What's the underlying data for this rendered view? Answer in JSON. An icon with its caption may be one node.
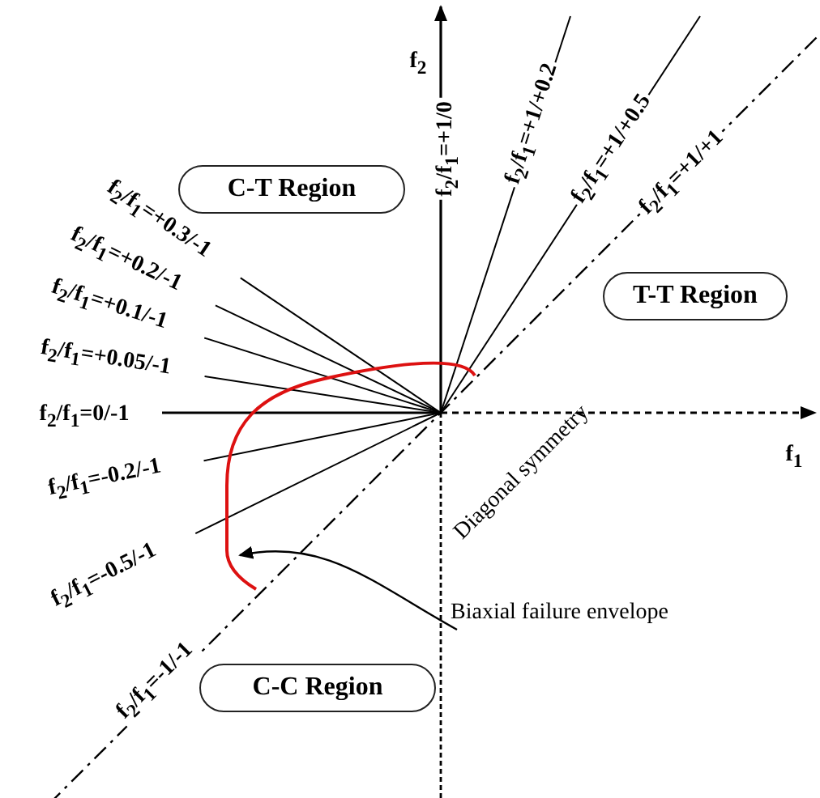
{
  "diagram": {
    "nodes": [
      {
        "text": [
          "C-T Region"
        ]
      },
      {
        "text": [
          "T-T Region"
        ]
      },
      {
        "text": [
          "C-C Region"
        ]
      },
      {
        "text": [
          "Biaxial failure envelope"
        ]
      },
      {
        "text": [],
        "shape": "curve"
      }
    ],
    "edges": [
      {
        "from": 3,
        "to": 4,
        "arrow": "to"
      }
    ],
    "labels": [
      "f$_{2}$",
      "f$_{2}$/f$_{1}$=+1/0",
      "f$_{2}$/f$_{1}$=+1/+0.2",
      "f$_{2}$/f$_{1}$=+1/+0.5",
      "f$_{2}$/f$_{1}$=+1/+1",
      "f$_{2}$/f$_{1}$=+0.3/-1",
      "f$_{2}$/f$_{1}$=+0.2/-1",
      "f$_{2}$/f$_{1}$=+0.1/-1",
      "f$_{2}$/f$_{1}$=+0.05/-1",
      "f$_{2}$/f$_{1}$=0/-1",
      "f$_{1}$",
      "Diagonal symmetry",
      "f$_{2}$/f$_{1}$=-0.2/-1",
      "f$_{2}$/f$_{1}$=-0.5/-1",
      "f$_{2}$/f$_{1}$=-1/-1"
    ]
  }
}
